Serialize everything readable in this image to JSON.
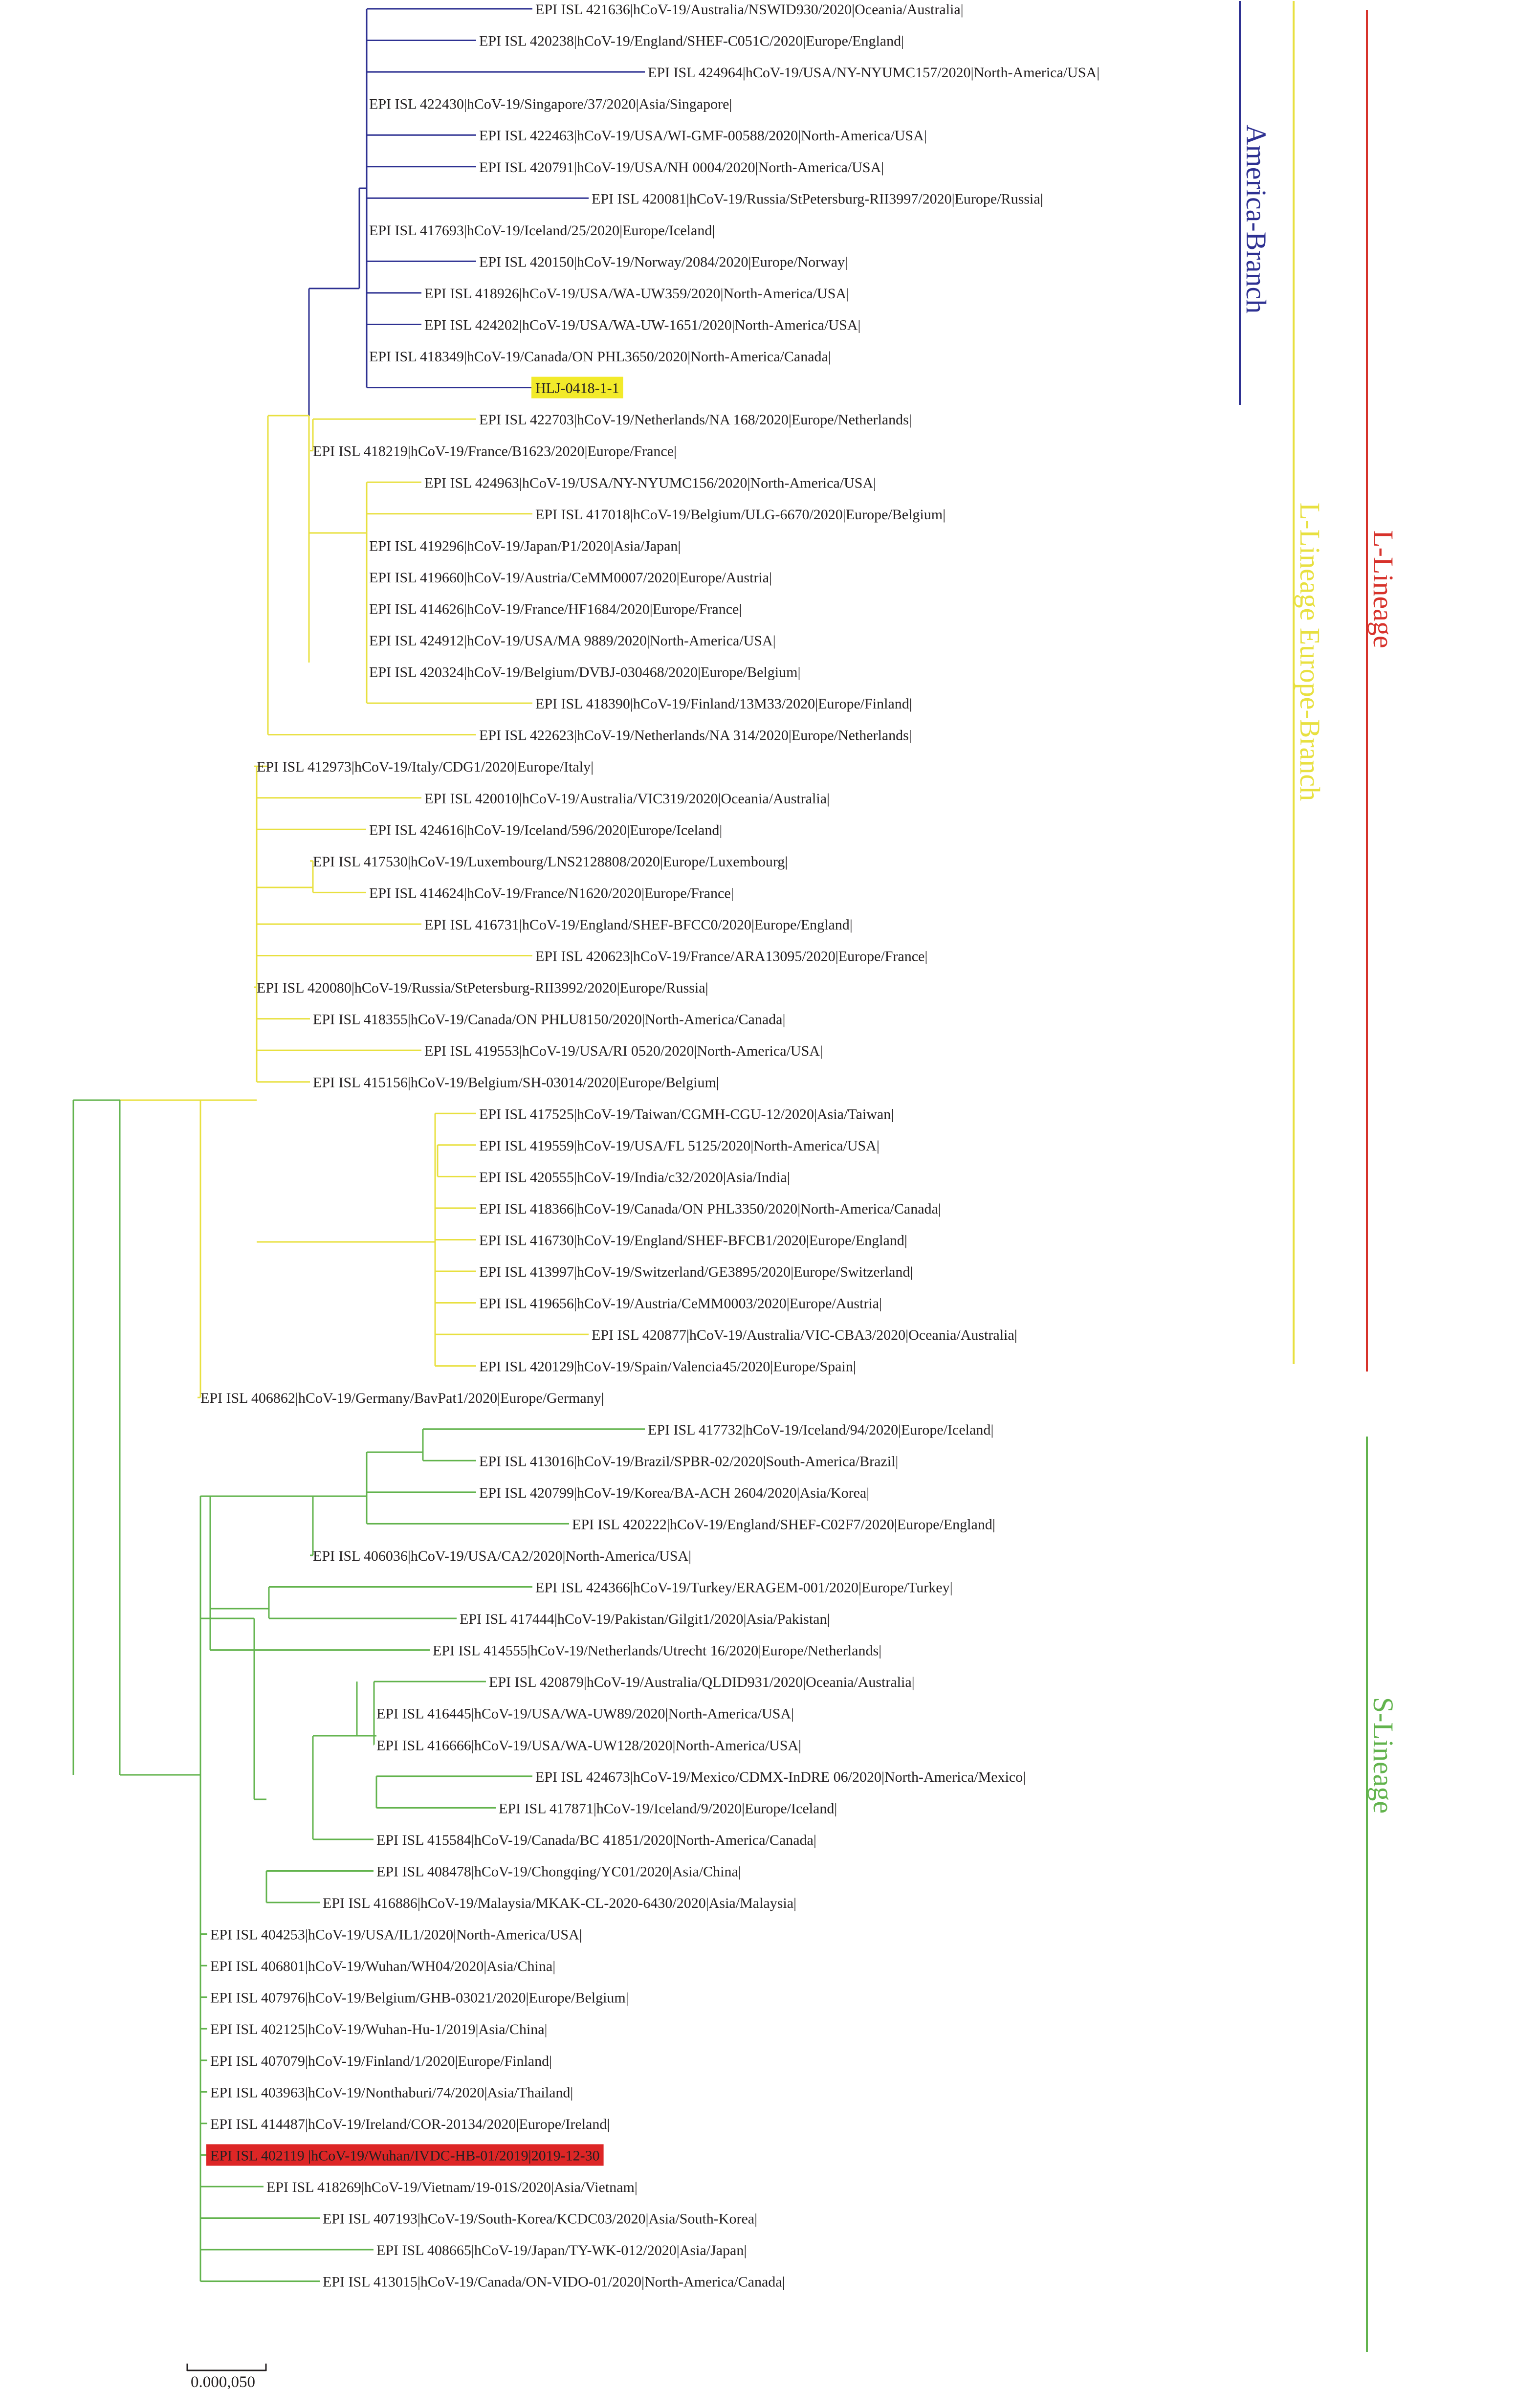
{
  "colors": {
    "america": "#2e3192",
    "europe": "#e8e040",
    "s_lineage": "#62b34d",
    "l_lineage": "#d7322b",
    "highlight_yellow": "#f2ea2a",
    "highlight_red": "#dd2626",
    "label": "#231f20",
    "root_stem": "#62b34d"
  },
  "clade_labels": {
    "america": "America-Branch",
    "europe": "L-Lineage Europe-Branch",
    "l_lineage": "L-Lineage",
    "s_lineage": "S-Lineage"
  },
  "scale": {
    "label": "0.000,050",
    "value": 5e-05
  },
  "leaves": [
    {
      "label": "EPI ISL 421636|hCoV-19/Australia/NSWID930/2020|Oceania/Australia|",
      "clade": "america"
    },
    {
      "label": "EPI ISL 420238|hCoV-19/England/SHEF-C051C/2020|Europe/England|",
      "clade": "america"
    },
    {
      "label": "EPI ISL 424964|hCoV-19/USA/NY-NYUMC157/2020|North-America/USA|",
      "clade": "america"
    },
    {
      "label": "EPI ISL 422430|hCoV-19/Singapore/37/2020|Asia/Singapore|",
      "clade": "america"
    },
    {
      "label": "EPI ISL 422463|hCoV-19/USA/WI-GMF-00588/2020|North-America/USA|",
      "clade": "america"
    },
    {
      "label": "EPI ISL 420791|hCoV-19/USA/NH 0004/2020|North-America/USA|",
      "clade": "america"
    },
    {
      "label": "EPI ISL 420081|hCoV-19/Russia/StPetersburg-RII3997/2020|Europe/Russia|",
      "clade": "america"
    },
    {
      "label": "EPI ISL 417693|hCoV-19/Iceland/25/2020|Europe/Iceland|",
      "clade": "america"
    },
    {
      "label": "EPI ISL 420150|hCoV-19/Norway/2084/2020|Europe/Norway|",
      "clade": "america"
    },
    {
      "label": "EPI ISL 418926|hCoV-19/USA/WA-UW359/2020|North-America/USA|",
      "clade": "america"
    },
    {
      "label": "EPI ISL 424202|hCoV-19/USA/WA-UW-1651/2020|North-America/USA|",
      "clade": "america"
    },
    {
      "label": "EPI ISL 418349|hCoV-19/Canada/ON PHL3650/2020|North-America/Canada|",
      "clade": "america"
    },
    {
      "label": "HLJ-0418-1-1",
      "clade": "america",
      "highlight": "yellow"
    },
    {
      "label": "EPI ISL 422703|hCoV-19/Netherlands/NA 168/2020|Europe/Netherlands|",
      "clade": "europe"
    },
    {
      "label": "EPI ISL 418219|hCoV-19/France/B1623/2020|Europe/France|",
      "clade": "europe"
    },
    {
      "label": "EPI ISL 424963|hCoV-19/USA/NY-NYUMC156/2020|North-America/USA|",
      "clade": "europe"
    },
    {
      "label": "EPI ISL 417018|hCoV-19/Belgium/ULG-6670/2020|Europe/Belgium|",
      "clade": "europe"
    },
    {
      "label": "EPI ISL 419296|hCoV-19/Japan/P1/2020|Asia/Japan|",
      "clade": "europe"
    },
    {
      "label": "EPI ISL 419660|hCoV-19/Austria/CeMM0007/2020|Europe/Austria|",
      "clade": "europe"
    },
    {
      "label": "EPI ISL 414626|hCoV-19/France/HF1684/2020|Europe/France|",
      "clade": "europe"
    },
    {
      "label": "EPI ISL 424912|hCoV-19/USA/MA 9889/2020|North-America/USA|",
      "clade": "europe"
    },
    {
      "label": "EPI ISL 420324|hCoV-19/Belgium/DVBJ-030468/2020|Europe/Belgium|",
      "clade": "europe"
    },
    {
      "label": "EPI ISL 418390|hCoV-19/Finland/13M33/2020|Europe/Finland|",
      "clade": "europe"
    },
    {
      "label": "EPI ISL 422623|hCoV-19/Netherlands/NA 314/2020|Europe/Netherlands|",
      "clade": "europe"
    },
    {
      "label": "EPI ISL 412973|hCoV-19/Italy/CDG1/2020|Europe/Italy|",
      "clade": "europe"
    },
    {
      "label": "EPI ISL 420010|hCoV-19/Australia/VIC319/2020|Oceania/Australia|",
      "clade": "europe"
    },
    {
      "label": "EPI ISL 424616|hCoV-19/Iceland/596/2020|Europe/Iceland|",
      "clade": "europe"
    },
    {
      "label": "EPI ISL 417530|hCoV-19/Luxembourg/LNS2128808/2020|Europe/Luxembourg|",
      "clade": "europe"
    },
    {
      "label": "EPI ISL 414624|hCoV-19/France/N1620/2020|Europe/France|",
      "clade": "europe"
    },
    {
      "label": "EPI ISL 416731|hCoV-19/England/SHEF-BFCC0/2020|Europe/England|",
      "clade": "europe"
    },
    {
      "label": "EPI ISL 420623|hCoV-19/France/ARA13095/2020|Europe/France|",
      "clade": "europe"
    },
    {
      "label": "EPI ISL 420080|hCoV-19/Russia/StPetersburg-RII3992/2020|Europe/Russia|",
      "clade": "europe"
    },
    {
      "label": "EPI ISL 418355|hCoV-19/Canada/ON PHLU8150/2020|North-America/Canada|",
      "clade": "europe"
    },
    {
      "label": "EPI ISL 419553|hCoV-19/USA/RI 0520/2020|North-America/USA|",
      "clade": "europe"
    },
    {
      "label": "EPI ISL 415156|hCoV-19/Belgium/SH-03014/2020|Europe/Belgium|",
      "clade": "europe"
    },
    {
      "label": "EPI ISL 417525|hCoV-19/Taiwan/CGMH-CGU-12/2020|Asia/Taiwan|",
      "clade": "europe"
    },
    {
      "label": "EPI ISL 419559|hCoV-19/USA/FL 5125/2020|North-America/USA|",
      "clade": "europe"
    },
    {
      "label": "EPI ISL 420555|hCoV-19/India/c32/2020|Asia/India|",
      "clade": "europe"
    },
    {
      "label": "EPI ISL 418366|hCoV-19/Canada/ON PHL3350/2020|North-America/Canada|",
      "clade": "europe"
    },
    {
      "label": "EPI ISL 416730|hCoV-19/England/SHEF-BFCB1/2020|Europe/England|",
      "clade": "europe"
    },
    {
      "label": "EPI ISL 413997|hCoV-19/Switzerland/GE3895/2020|Europe/Switzerland|",
      "clade": "europe"
    },
    {
      "label": "EPI ISL 419656|hCoV-19/Austria/CeMM0003/2020|Europe/Austria|",
      "clade": "europe"
    },
    {
      "label": "EPI ISL 420877|hCoV-19/Australia/VIC-CBA3/2020|Oceania/Australia|",
      "clade": "europe"
    },
    {
      "label": "EPI ISL 420129|hCoV-19/Spain/Valencia45/2020|Europe/Spain|",
      "clade": "europe"
    },
    {
      "label": "EPI ISL 406862|hCoV-19/Germany/BavPat1/2020|Europe/Germany|",
      "clade": "europe"
    },
    {
      "label": "EPI ISL 417732|hCoV-19/Iceland/94/2020|Europe/Iceland|",
      "clade": "s_lineage"
    },
    {
      "label": "EPI ISL 413016|hCoV-19/Brazil/SPBR-02/2020|South-America/Brazil|",
      "clade": "s_lineage"
    },
    {
      "label": "EPI ISL 420799|hCoV-19/Korea/BA-ACH 2604/2020|Asia/Korea|",
      "clade": "s_lineage"
    },
    {
      "label": "EPI ISL 420222|hCoV-19/England/SHEF-C02F7/2020|Europe/England|",
      "clade": "s_lineage"
    },
    {
      "label": "EPI ISL 406036|hCoV-19/USA/CA2/2020|North-America/USA|",
      "clade": "s_lineage"
    },
    {
      "label": "EPI ISL 424366|hCoV-19/Turkey/ERAGEM-001/2020|Europe/Turkey|",
      "clade": "s_lineage"
    },
    {
      "label": "EPI ISL 417444|hCoV-19/Pakistan/Gilgit1/2020|Asia/Pakistan|",
      "clade": "s_lineage"
    },
    {
      "label": "EPI ISL 414555|hCoV-19/Netherlands/Utrecht 16/2020|Europe/Netherlands|",
      "clade": "s_lineage"
    },
    {
      "label": "EPI ISL 420879|hCoV-19/Australia/QLDID931/2020|Oceania/Australia|",
      "clade": "s_lineage"
    },
    {
      "label": "EPI ISL 416445|hCoV-19/USA/WA-UW89/2020|North-America/USA|",
      "clade": "s_lineage"
    },
    {
      "label": "EPI ISL 416666|hCoV-19/USA/WA-UW128/2020|North-America/USA|",
      "clade": "s_lineage"
    },
    {
      "label": "EPI ISL 424673|hCoV-19/Mexico/CDMX-InDRE 06/2020|North-America/Mexico|",
      "clade": "s_lineage"
    },
    {
      "label": "EPI ISL 417871|hCoV-19/Iceland/9/2020|Europe/Iceland|",
      "clade": "s_lineage"
    },
    {
      "label": "EPI ISL 415584|hCoV-19/Canada/BC 41851/2020|North-America/Canada|",
      "clade": "s_lineage"
    },
    {
      "label": "EPI ISL 408478|hCoV-19/Chongqing/YC01/2020|Asia/China|",
      "clade": "s_lineage"
    },
    {
      "label": "EPI ISL 416886|hCoV-19/Malaysia/MKAK-CL-2020-6430/2020|Asia/Malaysia|",
      "clade": "s_lineage"
    },
    {
      "label": "EPI ISL 404253|hCoV-19/USA/IL1/2020|North-America/USA|",
      "clade": "s_lineage"
    },
    {
      "label": "EPI ISL 406801|hCoV-19/Wuhan/WH04/2020|Asia/China|",
      "clade": "s_lineage"
    },
    {
      "label": "EPI ISL 407976|hCoV-19/Belgium/GHB-03021/2020|Europe/Belgium|",
      "clade": "s_lineage"
    },
    {
      "label": "EPI ISL 402125|hCoV-19/Wuhan-Hu-1/2019|Asia/China|",
      "clade": "s_lineage"
    },
    {
      "label": "EPI ISL 407079|hCoV-19/Finland/1/2020|Europe/Finland|",
      "clade": "s_lineage"
    },
    {
      "label": "EPI ISL 403963|hCoV-19/Nonthaburi/74/2020|Asia/Thailand|",
      "clade": "s_lineage"
    },
    {
      "label": "EPI ISL 414487|hCoV-19/Ireland/COR-20134/2020|Europe/Ireland|",
      "clade": "s_lineage"
    },
    {
      "label": "EPI ISL 402119 |hCoV-19/Wuhan/IVDC-HB-01/2019|2019-12-30",
      "clade": "s_lineage",
      "highlight": "red"
    },
    {
      "label": "EPI ISL 418269|hCoV-19/Vietnam/19-01S/2020|Asia/Vietnam|",
      "clade": "s_lineage"
    },
    {
      "label": "EPI ISL 407193|hCoV-19/South-Korea/KCDC03/2020|Asia/South-Korea|",
      "clade": "s_lineage"
    },
    {
      "label": "EPI ISL 408665|hCoV-19/Japan/TY-WK-012/2020|Asia/Japan|",
      "clade": "s_lineage"
    },
    {
      "label": "EPI ISL 413015|hCoV-19/Canada/ON-VIDO-01/2020|North-America/Canada|",
      "clade": "s_lineage"
    }
  ]
}
